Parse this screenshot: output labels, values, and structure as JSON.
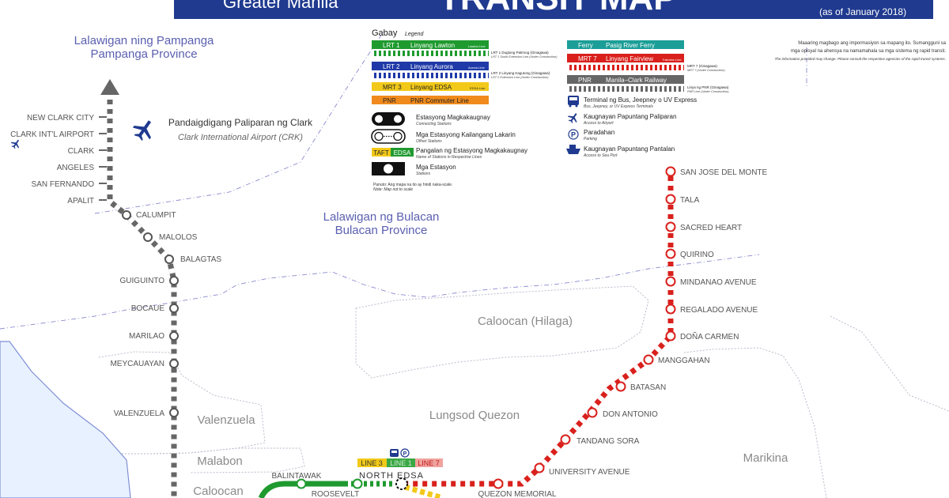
{
  "header": {
    "title_left": "Greater Manila",
    "title_right": "TRANSIT MAP",
    "date": "(as of January 2018)"
  },
  "provinces": {
    "pampanga_local": "Lalawigan ning Pampanga",
    "pampanga_en": "Pampanga Province",
    "bulacan_local": "Lalawigan ng Bulacan",
    "bulacan_en": "Bulacan Province"
  },
  "cities": {
    "caloocan_north": "Caloocan (Hilaga)",
    "quezon": "Lungsod Quezon",
    "valenzuela": "Valenzuela",
    "malabon": "Malabon",
    "caloocan_south": "Caloocan",
    "marikina": "Marikina"
  },
  "airport": {
    "name_local": "Pandaigdigang Paliparan ng Clark",
    "name_en": "Clark International Airport (CRK)"
  },
  "notice": {
    "line1": "Maaaring magbago ang impormasiyon sa mapang ito. Sumangguni sa",
    "line2": "mga opisyal na ahensya na namamahala sa mga sistema ng rapid transit.",
    "line3": "The information provided may change. Please consult the respective agencies of the rapid transit systems."
  },
  "legend": {
    "title": "Gabay",
    "title_en": "Legend",
    "lrt1_code": "LRT 1",
    "lrt1_name": "Linyang Lawton",
    "lrt1_small": "Lawton Line",
    "lrt1_ext": "LRT 1 Dugtong Patimog (Ginagawa)",
    "lrt1_ext_en": "LRT 1 South Extension Line (Under Construction)",
    "lrt2_code": "LRT 2",
    "lrt2_name": "Linyang Aurora",
    "lrt2_small": "Aurora Line",
    "lrt2_ext": "LRT 2 Linyang Kagutong (Ginagawa)",
    "lrt2_ext_en": "LRT 2 Extension Line (Under Construction)",
    "mrt3_code": "MRT 3",
    "mrt3_name": "Linyang EDSA",
    "mrt3_small": "EDSA Line",
    "pnr_code": "PNR",
    "pnr_name": "PNR Commuter Line",
    "ferry_code": "Ferry",
    "ferry_name": "Pasig River Ferry",
    "mrt7_code": "MRT 7",
    "mrt7_name": "Linyang Fairview",
    "mrt7_small": "Fairview Line",
    "mrt7_ext": "MRT 7 (Ginagawa)",
    "mrt7_ext_en": "MRT 7 (Under Construction)",
    "pnrc_code": "PNR",
    "pnrc_name": "Manila–Clark Railway",
    "pnrc_ext": "Linya ng PNR (Ginagawa)",
    "pnrc_ext_en": "PNR Line (Under Construction)",
    "connecting": "Estasyong Magkakaugnay",
    "connecting_en": "Connecting Stations",
    "offset": "Mga Estasyong Kailangang Lakarin",
    "offset_en": "Offset Stations",
    "names": "Pangalan ng Estasyong Magkakaugnay",
    "names_en": "Name of Stations in Respective Lines",
    "taft": "TAFT",
    "edsa": "EDSA",
    "stations": "Mga Estasyon",
    "stations_en": "Stations",
    "terminal": "Terminal ng Bus, Jeepney o UV Express",
    "terminal_en": "Bus, Jeepney, or UV Express Terminals",
    "airport": "Kaugnayan Papuntang Paliparan",
    "airport_en": "Access to Airport",
    "parking": "Paradahan",
    "parking_en": "Parking",
    "seaport": "Kaugnayan Papuntang Pantalan",
    "seaport_en": "Access to Sea Port",
    "note": "Panuto: Ang mapa na ito ay hindi naka-scale.",
    "note_en": "Note: Map not to scale",
    "colors": {
      "lrt1": "#1f9a2f",
      "lrt2": "#1f3aa8",
      "mrt3": "#f2c919",
      "pnr": "#f08a1c",
      "ferry": "#1b9e97",
      "mrt7": "#d9201c",
      "pnrc": "#666666"
    }
  },
  "pnr_stations": [
    "NEW CLARK CITY",
    "CLARK INT'L AIRPORT",
    "CLARK",
    "ANGELES",
    "SAN FERNANDO",
    "APALIT",
    "CALUMPIT",
    "MALOLOS",
    "BALAGTAS",
    "GUIGUINTO",
    "BOCAUE",
    "MARILAO",
    "MEYCAUAYAN",
    "VALENZUELA"
  ],
  "mrt7_stations": [
    "SAN JOSE DEL MONTE",
    "TALA",
    "SACRED HEART",
    "QUIRINO",
    "MINDANAO AVENUE",
    "REGALADO AVENUE",
    "DOÑA CARMEN",
    "MANGGAHAN",
    "BATASAN",
    "DON ANTONIO",
    "TANDANG SORA",
    "UNIVERSITY AVENUE",
    "QUEZON MEMORIAL"
  ],
  "lrt1_stations": [
    "BALINTAWAK",
    "ROOSEVELT"
  ],
  "north_edsa": {
    "name": "NORTH EDSA",
    "line3": "LINE 3",
    "line1": "LINE 1",
    "line7": "LINE 7"
  }
}
